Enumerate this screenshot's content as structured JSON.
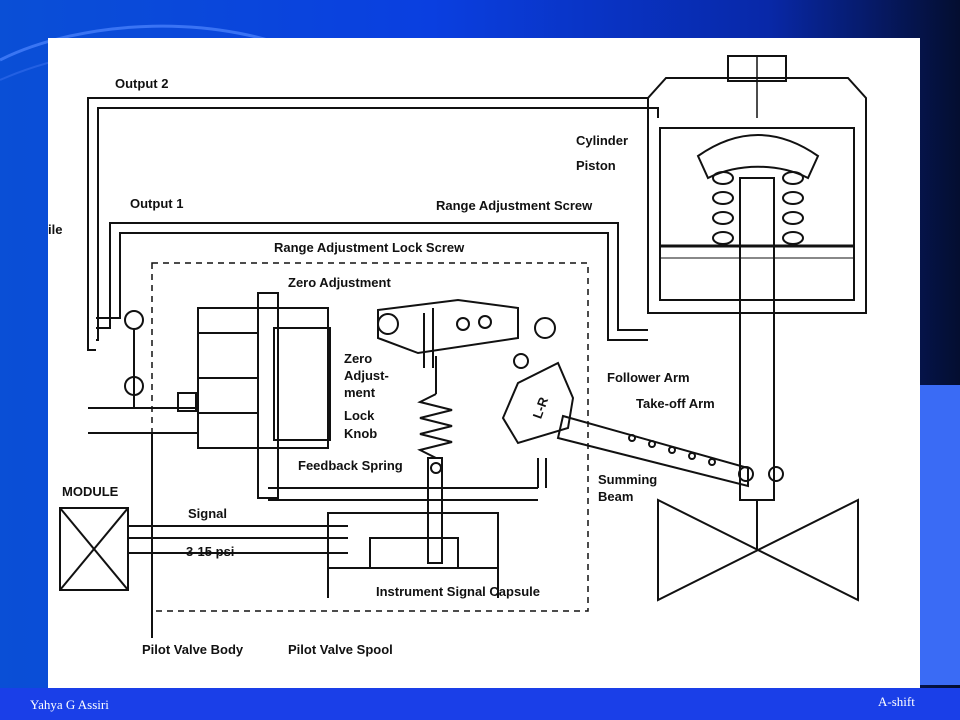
{
  "diagram": {
    "labels": {
      "output2": "Output 2",
      "output1": "Output 1",
      "cut_left": "ile",
      "cylinder": "Cylinder",
      "piston": "Piston",
      "range_adjustment_screw": "Range Adjustment Screw",
      "range_adjustment_lock_screw": "Range Adjustment Lock Screw",
      "zero_adjustment": "Zero Adjustment",
      "zero_lock_knob": [
        "Zero",
        "Adjust-",
        "ment",
        "Lock",
        "Knob"
      ],
      "follower_arm": "Follower Arm",
      "take_off_arm": "Take-off Arm",
      "feedback_spring": "Feedback Spring",
      "summing_beam": [
        "Summing",
        "Beam"
      ],
      "module": "MODULE",
      "signal": "Signal",
      "psi": "3-15 psi",
      "instrument_signal_capsule": "Instrument Signal Capsule",
      "pilot_valve_body": "Pilot Valve Body",
      "pilot_valve_spool": "Pilot Valve Spool",
      "lr": "L-R"
    }
  },
  "footer": {
    "author": "Yahya G Assiri",
    "shift": "A-shift"
  },
  "colors": {
    "slide_blue": "#0a4fd6",
    "panel_blue": "#3a6bf5",
    "diagram_bg": "#ffffff",
    "line": "#111111"
  }
}
